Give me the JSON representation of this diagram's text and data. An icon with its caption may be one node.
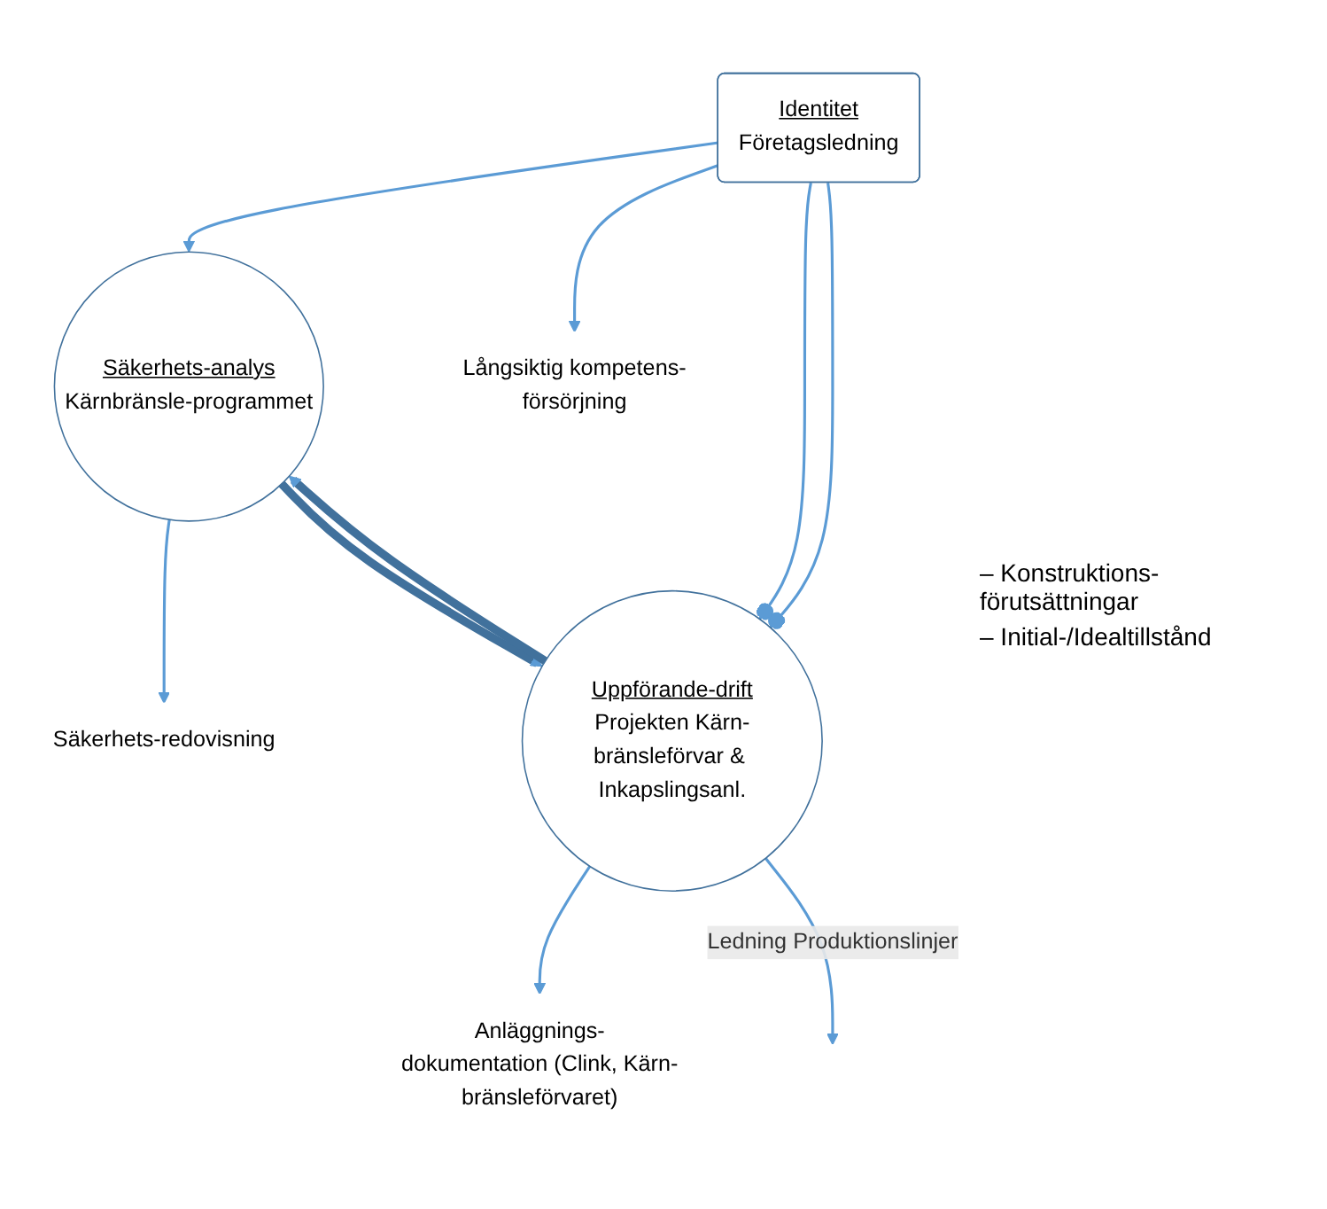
{
  "diagram": {
    "nodes": [
      {
        "text": [
          "Identitet",
          "Företagsledning"
        ]
      },
      {
        "text": [
          "Säkerhets-analys",
          "Kärnbränsle-programmet"
        ]
      },
      {
        "text": [
          "Uppförande-drift",
          "Projekten Kärn-bränsleförvar & Inkapslingsanl."
        ]
      },
      {
        "text": [
          "Långsiktig kompetens-försörjning"
        ]
      },
      {
        "text": [
          "Säkerhets-redovisning"
        ]
      },
      {
        "text": [
          "Anläggnings-dokumentation (Clink, Kärn-bränsleförvaret)"
        ]
      }
    ],
    "edges": [
      {
        "from": 0,
        "to": 1,
        "arrow": "to"
      },
      {
        "from": 0,
        "to": 3,
        "arrow": "to"
      },
      {
        "from": 1,
        "to": 4,
        "arrow": "to"
      },
      {
        "from": 1,
        "to": 2,
        "arrow": "to",
        "style": "thick"
      },
      {
        "from": 2,
        "to": 1,
        "arrow": "to",
        "style": "thick"
      },
      {
        "from": 0,
        "to": 2,
        "arrow": "other"
      },
      {
        "from": 0,
        "to": 2,
        "arrow": "other"
      },
      {
        "from": 2,
        "to": 5,
        "arrow": "to"
      },
      {
        "from": 2,
        "to": null,
        "arrow": "to",
        "label": "Ledning Produktionslinjer"
      }
    ],
    "labels": [
      "– Konstruktions-förutsättningar",
      "– Initial-/Idealtillstånd"
    ]
  }
}
